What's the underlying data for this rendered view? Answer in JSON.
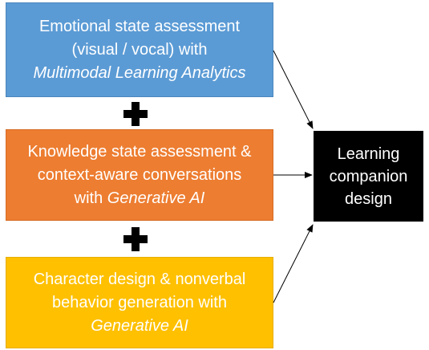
{
  "boxes": {
    "emotional": {
      "line1": "Emotional state assessment",
      "line2": "(visual / vocal) with",
      "line3_italic": "Multimodal Learning Analytics"
    },
    "knowledge": {
      "line1": "Knowledge state assessment &",
      "line2": "context-aware conversations",
      "line3_prefix": "with ",
      "line3_italic": "Generative AI"
    },
    "character": {
      "line1": "Character design & nonverbal",
      "line2": "behavior generation with",
      "line3_italic": "Generative AI"
    },
    "learning": {
      "line1": "Learning",
      "line2": "companion",
      "line3": "design"
    }
  },
  "colors": {
    "emotional_fill": "#5b9bd5",
    "knowledge_fill": "#ed7d31",
    "character_fill": "#ffc000",
    "learning_fill": "#000000",
    "text": "#ffffff",
    "arrow": "#000000"
  },
  "icons": {
    "connector_between_boxes": "plus-icon",
    "edges": "arrow-icon"
  }
}
